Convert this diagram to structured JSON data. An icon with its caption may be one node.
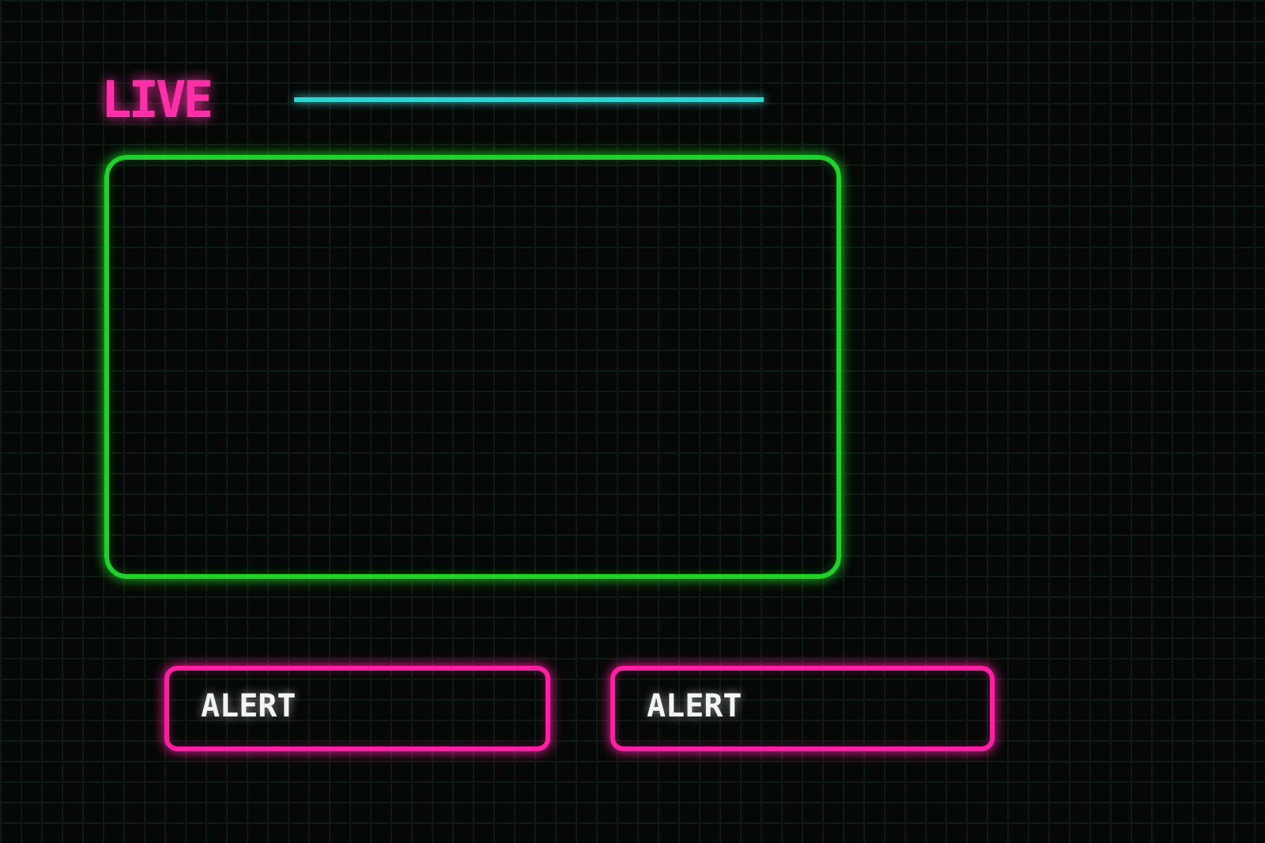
{
  "diagram": {
    "nodes": [
      {
        "text": [],
        "shape": "box"
      },
      {
        "text": [
          "ALERT"
        ]
      },
      {
        "text": [
          "ALERT"
        ]
      }
    ],
    "labels": [
      "LIVE"
    ]
  }
}
